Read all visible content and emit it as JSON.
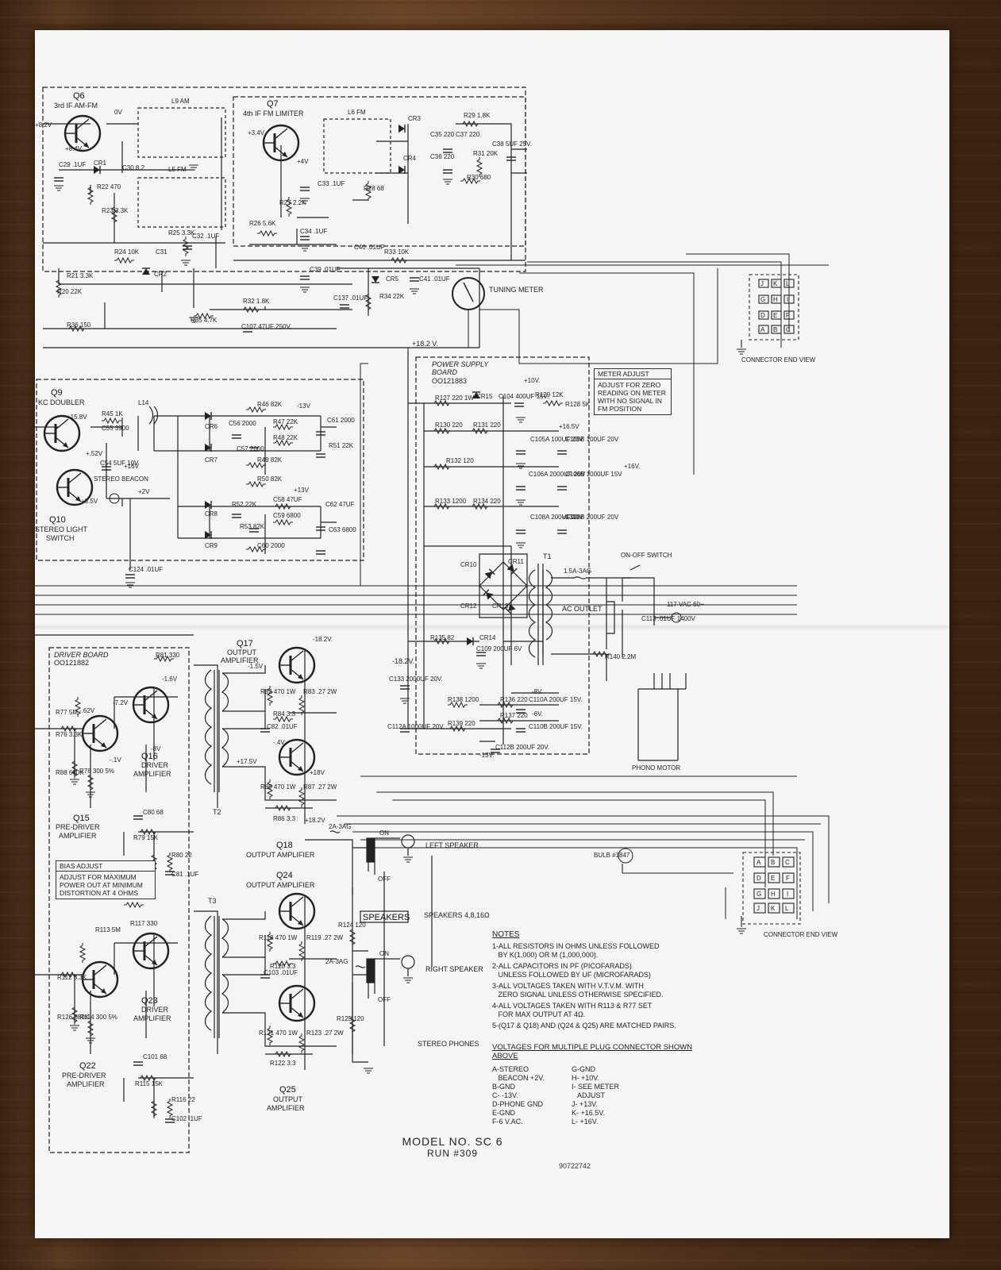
{
  "stages": {
    "q6": {
      "ref": "Q6",
      "desc": "3rd IF AM-FM"
    },
    "q7": {
      "ref": "Q7",
      "desc": "4th IF FM LIMITER"
    },
    "q9": {
      "ref": "Q9",
      "desc": "KC DOUBLER"
    },
    "q10": {
      "ref": "Q10",
      "desc1": "STEREO LIGHT",
      "desc2": "SWITCH"
    },
    "q15": {
      "ref": "Q15",
      "desc1": "PRE-DRIVER",
      "desc2": "AMPLIFIER"
    },
    "q16": {
      "ref": "Q16",
      "desc1": "DRIVER",
      "desc2": "AMPLIFIER"
    },
    "q17": {
      "ref": "Q17",
      "desc1": "OUTPUT",
      "desc2": "AMPLIFIER"
    },
    "q18": {
      "ref": "Q18",
      "desc": "OUTPUT AMPLIFIER"
    },
    "q22": {
      "ref": "Q22",
      "desc1": "PRE-DRIVER",
      "desc2": "AMPLIFIER"
    },
    "q23": {
      "ref": "Q23",
      "desc1": "DRIVER",
      "desc2": "AMPLIFIER"
    },
    "q24": {
      "ref": "Q24",
      "desc": "OUTPUT AMPLIFIER"
    },
    "q25": {
      "ref": "Q25",
      "desc1": "OUTPUT",
      "desc2": "AMPLIFIER"
    }
  },
  "boards": {
    "power_supply": {
      "line1": "POWER SUPPLY",
      "line2": "BOARD",
      "part": "OO121883"
    },
    "driver": {
      "line1": "DRIVER BOARD",
      "part": "OO121882"
    }
  },
  "callouts": {
    "meter_adjust": {
      "title": "METER ADJUST",
      "text": "ADJUST FOR ZERO READING ON METER WITH NO SIGNAL IN FM POSITION"
    },
    "bias_adjust": {
      "title": "BIAS ADJUST",
      "text": "ADJUST FOR MAXIMUM POWER OUT AT MINIMUM DISTORTION AT 4 OHMS"
    },
    "speakers_box": "SPEAKERS"
  },
  "misc_labels": {
    "tuning_meter": "TUNING METER",
    "connector_end_view": "CONNECTOR END VIEW",
    "stereo_beacon": "STEREO BEACON",
    "ac_outlet": "AC OUTLET",
    "on_off_switch": "ON-OFF SWITCH",
    "mains": "117 VAC 60~",
    "phono_motor": "PHONO MOTOR",
    "left_speaker": "LEFT SPEAKER",
    "right_speaker": "RIGHT SPEAKER",
    "speakers_imp": "SPEAKERS 4,8,16Ω",
    "stereo_phones": "STEREO PHONES",
    "bulb": "BULB #1847",
    "fuse1": "1.5A-3AG",
    "fuse2": "2A-3AG",
    "fuse3": "2A-3AG",
    "on": "ON",
    "off": "OFF",
    "t1": "T1",
    "t2": "T2",
    "t3": "T3",
    "rail_p182": "+18.2 V.",
    "rail_m182": "-18.2V."
  },
  "components": [
    {
      "t": "C29 .1UF"
    },
    {
      "t": "CR1"
    },
    {
      "t": "C30 8.2"
    },
    {
      "t": "R22 470"
    },
    {
      "t": "R23 3.3K"
    },
    {
      "t": "L9 AM"
    },
    {
      "t": "L5 FM"
    },
    {
      "t": "R25 3.3K"
    },
    {
      "t": "C32 .1UF"
    },
    {
      "t": "R24 10K"
    },
    {
      "t": "C31"
    },
    {
      "t": "CR2"
    },
    {
      "t": "R21 3.3K"
    },
    {
      "t": "R20 22K"
    },
    {
      "t": "R36 150"
    },
    {
      "t": "L6 FM"
    },
    {
      "t": "CR3"
    },
    {
      "t": "CR4"
    },
    {
      "t": "C35 220"
    },
    {
      "t": "C36 220"
    },
    {
      "t": "C37 220"
    },
    {
      "t": "R29 1.8K"
    },
    {
      "t": "R31 20K"
    },
    {
      "t": "R30 680"
    },
    {
      "t": "C38 5UF 25V."
    },
    {
      "t": "C33 .1UF"
    },
    {
      "t": "R27 2.2K"
    },
    {
      "t": "R28 68"
    },
    {
      "t": "R26 5.6K"
    },
    {
      "t": "C34 .1UF"
    },
    {
      "t": "C40 .01UF"
    },
    {
      "t": "R33 10K"
    },
    {
      "t": "C39 .01UF"
    },
    {
      "t": "CR5"
    },
    {
      "t": "C41 .01UF"
    },
    {
      "t": "R34 22K"
    },
    {
      "t": "C137 .01UF"
    },
    {
      "t": "R32 1.8K"
    },
    {
      "t": "R35 4.7K"
    },
    {
      "t": "C107 47UF 250V."
    },
    {
      "t": "R45 1K"
    },
    {
      "t": "C55 3900"
    },
    {
      "t": "L14"
    },
    {
      "t": "C54 5UF 10V"
    },
    {
      "t": "CR6"
    },
    {
      "t": "CR7"
    },
    {
      "t": "CR8"
    },
    {
      "t": "CR9"
    },
    {
      "t": "C56 2000"
    },
    {
      "t": "C57 2000"
    },
    {
      "t": "R46 82K"
    },
    {
      "t": "R47 22K"
    },
    {
      "t": "R48 22K"
    },
    {
      "t": "R49 82K"
    },
    {
      "t": "R50 82K"
    },
    {
      "t": "C58 47UF"
    },
    {
      "t": "C59 6800"
    },
    {
      "t": "C60 2000"
    },
    {
      "t": "C61 2000"
    },
    {
      "t": "R51 22K"
    },
    {
      "t": "R52 22K"
    },
    {
      "t": "R53 82K"
    },
    {
      "t": "C62 47UF"
    },
    {
      "t": "C63 6800"
    },
    {
      "t": "C124 .01UF"
    },
    {
      "t": "R127 220 1W"
    },
    {
      "t": "CR15"
    },
    {
      "t": "C104 400UF 15V."
    },
    {
      "t": "R129 12K"
    },
    {
      "t": "R128 5K"
    },
    {
      "t": "R130 220"
    },
    {
      "t": "R131 220"
    },
    {
      "t": "C105A 100UF 20V"
    },
    {
      "t": "C105B 100UF 20V"
    },
    {
      "t": "R132 120"
    },
    {
      "t": "C106A 2000UF 20V"
    },
    {
      "t": "C106B 1000UF 15V"
    },
    {
      "t": "R133 1200"
    },
    {
      "t": "R134 220"
    },
    {
      "t": "C108A 200UF 20V"
    },
    {
      "t": "C108B 200UF 20V"
    },
    {
      "t": "CR10"
    },
    {
      "t": "CR11"
    },
    {
      "t": "CR12"
    },
    {
      "t": "CR13"
    },
    {
      "t": "R135 82"
    },
    {
      "t": "CR14"
    },
    {
      "t": "C109 200UF 6V"
    },
    {
      "t": "C113 .01UF 1400V"
    },
    {
      "t": "R140 2.2M"
    },
    {
      "t": "C133 2000UF 20V."
    },
    {
      "t": "R136 220"
    },
    {
      "t": "R137 220"
    },
    {
      "t": "C110A 200UF 15V."
    },
    {
      "t": "C110B 200UF 15V."
    },
    {
      "t": "R138 1200"
    },
    {
      "t": "R139 220"
    },
    {
      "t": "C112A 1000UF 20V."
    },
    {
      "t": "C112B 200UF 20V."
    },
    {
      "t": "R81 330"
    },
    {
      "t": "R77 5M"
    },
    {
      "t": "R76 3.3K"
    },
    {
      "t": "R88 680K"
    },
    {
      "t": "R78 300 5%"
    },
    {
      "t": "R82 470 1W"
    },
    {
      "t": "R83 .27 2W"
    },
    {
      "t": "R84 3.3"
    },
    {
      "t": "C82 .01UF"
    },
    {
      "t": "R85 470 1W"
    },
    {
      "t": "R87 .27 2W"
    },
    {
      "t": "R86 3.3"
    },
    {
      "t": "C80 68"
    },
    {
      "t": "R79 15K"
    },
    {
      "t": "R80 22"
    },
    {
      "t": "C81 .1UF"
    },
    {
      "t": "R113 5M"
    },
    {
      "t": "R117 330"
    },
    {
      "t": "R112 3.3K"
    },
    {
      "t": "R126 680K"
    },
    {
      "t": "R114 300 5%"
    },
    {
      "t": "R118 470 1W"
    },
    {
      "t": "R119 .27 2W"
    },
    {
      "t": "R120 3.3"
    },
    {
      "t": "C103 .01UF"
    },
    {
      "t": "R121 470 1W"
    },
    {
      "t": "R123 .27 2W"
    },
    {
      "t": "R122 3.3"
    },
    {
      "t": "C101 68"
    },
    {
      "t": "R115 15K"
    },
    {
      "t": "R116 22"
    },
    {
      "t": "C102 .1UF"
    },
    {
      "t": "R124 120"
    },
    {
      "t": "R125 120"
    }
  ],
  "voltages": {
    "v_0": "0V",
    "v_p84": "+8.4V",
    "v_p82": "+8.2V",
    "v_p34": "+3.4V",
    "v_p4": "+4V",
    "v_p158": "+15.8V",
    "v_p52": "+.52V",
    "v_p16": "+16V",
    "v_p85": "+8.5V",
    "v_p2": "+2V",
    "v_m13": "-13V",
    "v_p13": "+13V",
    "v_p10": "+10V.",
    "v_p165": "+16.5V",
    "v_p16b": "+16V.",
    "v_p13b": "+13V.",
    "v_m8": "-8V.",
    "v_m6": "-6V.",
    "v_m13b": "-13V.",
    "v_m182": "-18.2V.",
    "v_m16": "-1.6V",
    "v_m72": "-7.2V",
    "v_m62": "-.62V",
    "v_m1": "-.1V",
    "v_m8b": "-8V",
    "v_m15": "-1.5V",
    "v_m4": "-.4V",
    "v_p175": "+17.5V",
    "v_p18": "+18V",
    "v_p182": "+18.2V"
  },
  "notes": {
    "title": "NOTES",
    "items": [
      "1-ALL RESISTORS IN OHMS UNLESS FOLLOWED\n   BY K(1,000) OR M (1,000,000).",
      "2-ALL CAPACITORS IN PF (PICOFARADS)\n   UNLESS FOLLOWED BY UF (MICROFARADS)",
      "3-ALL VOLTAGES TAKEN WITH V.T.V.M. WITH\n   ZERO SIGNAL UNLESS OTHERWISE SPECIFIED.",
      "4-ALL VOLTAGES TAKEN WITH R113 & R77 SET\n   FOR MAX OUTPUT AT 4Ω.",
      "5-(Q17 & Q18) AND (Q24 & Q25) ARE MATCHED PAIRS."
    ]
  },
  "plug_voltages": {
    "title": "VOLTAGES FOR MULTIPLE PLUG CONNECTOR SHOWN ABOVE",
    "col1": [
      "A-STEREO",
      "   BEACON +2V.",
      "B-GND",
      "C- -13V.",
      "D-PHONE GND",
      "E-GND",
      "F-6 V.AC."
    ],
    "col2": [
      "G-GND",
      "H- +10V.",
      "I- SEE METER",
      "   ADJUST",
      "J- +13V.",
      "K- +16.5V.",
      "L- +16V."
    ]
  },
  "connector_pins": [
    "J",
    "K",
    "L",
    "G",
    "H",
    "I",
    "D",
    "E",
    "F",
    "A",
    "B",
    "C"
  ],
  "connector_pins_lower": [
    "A",
    "B",
    "C",
    "D",
    "E",
    "F",
    "G",
    "H",
    "I",
    "J",
    "K",
    "L"
  ],
  "model": {
    "line1": "MODEL NO. SC 6",
    "line2": "RUN #309"
  },
  "doc_number": "90722742",
  "colors": {
    "paper": "#f5f6f4",
    "ink": "#222222",
    "wood": "#5a3a22"
  }
}
